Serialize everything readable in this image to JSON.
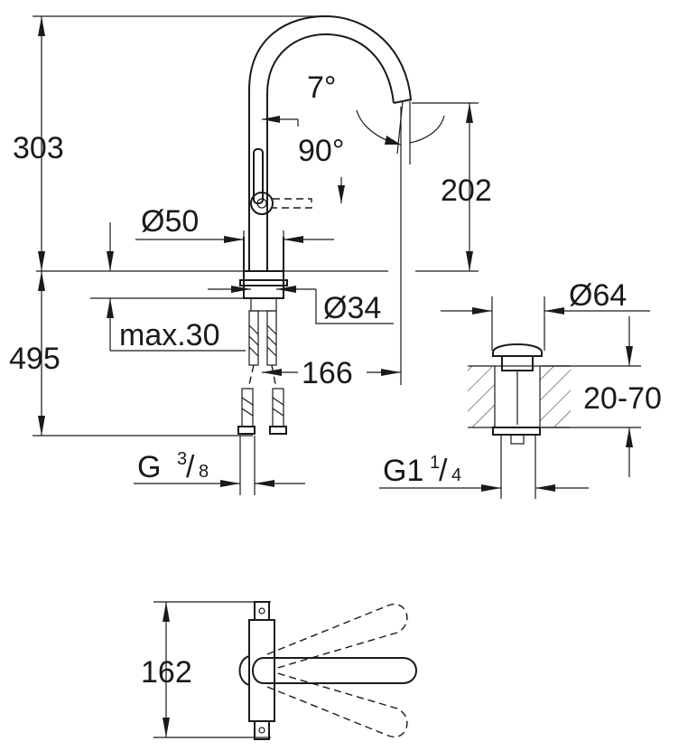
{
  "dimensions": {
    "height_spout": "303",
    "height_below": "495",
    "spout_height": "202",
    "angle_spout": "7°",
    "angle_lever": "90°",
    "diam_base": "Ø50",
    "diam_hole": "Ø34",
    "max_thickness": "max.30",
    "reach": "166",
    "diam_waste": "Ø64",
    "waste_range": "20-70",
    "handle_width": "162"
  },
  "connections": {
    "hose_thread_main": "G",
    "hose_thread_num": "3",
    "hose_thread_den": "8",
    "waste_thread_main": "G1",
    "waste_thread_num": "1",
    "waste_thread_den": "4"
  }
}
